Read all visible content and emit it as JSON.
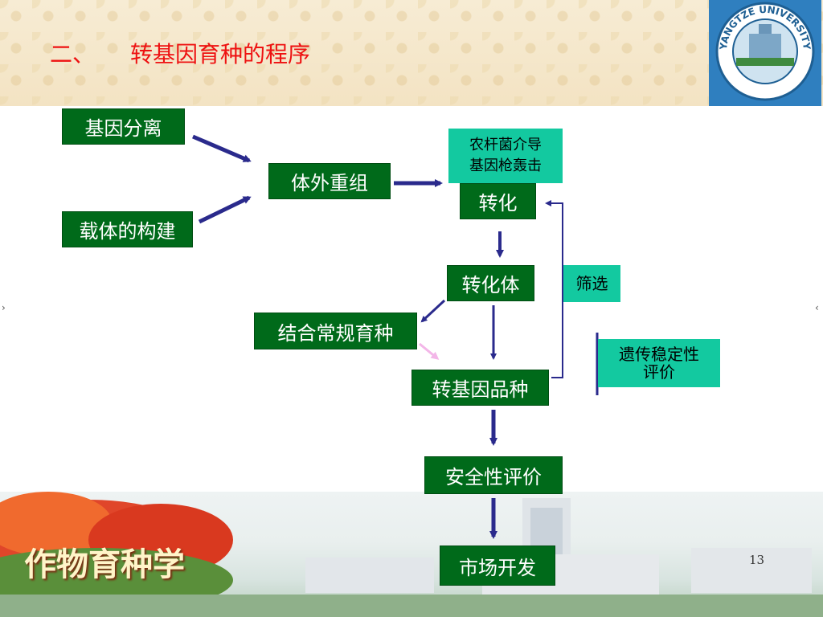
{
  "title": {
    "section": "二、",
    "text": "转基因育种的程序"
  },
  "logo": {
    "text": "YANGTZE UNIVERSITY"
  },
  "banner": {
    "text": "作物育种学"
  },
  "nodes": {
    "gene_isolation": "基因分离",
    "vector_construction": "载体的构建",
    "in_vitro_recombination": "体外重组",
    "transformation_methods_line1": "农杆菌介导",
    "transformation_methods_line2": "基因枪轰击",
    "transformation": "转化",
    "transformant": "转化体",
    "screening": "筛选",
    "conventional_breeding": "结合常规育种",
    "transgenic_variety": "转基因品种",
    "stability_eval_line1": "遗传稳定性",
    "stability_eval_line2": "评价",
    "safety_eval": "安全性评价",
    "market_development": "市场开发"
  },
  "page_number": "13",
  "colors": {
    "title": "#ee1111",
    "node_green": "#006a1a",
    "node_teal": "#13c9a0",
    "arrow": "#2a2a8c"
  }
}
